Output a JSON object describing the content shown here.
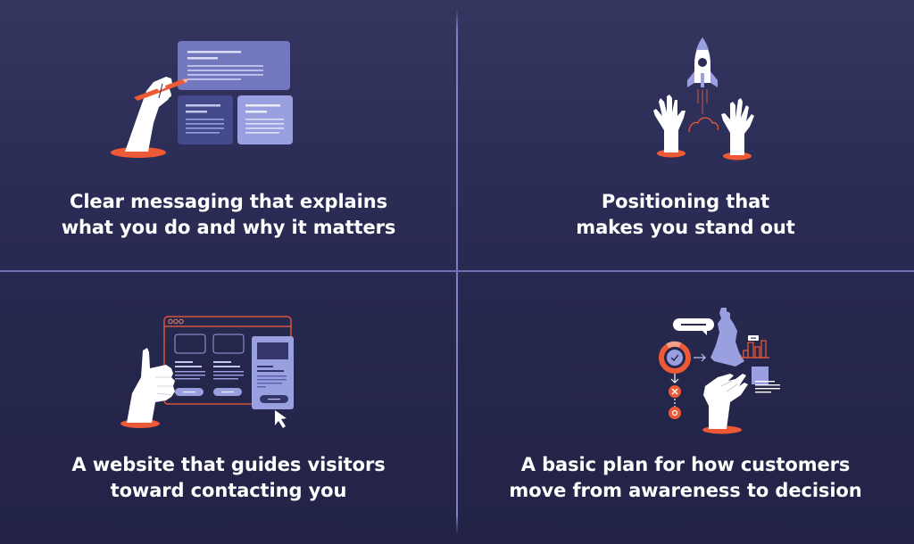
{
  "colors": {
    "background_top": "#343660",
    "background_bottom": "#222346",
    "divider": "#7d82c4",
    "accent_orange": "#ee5a36",
    "accent_lavender": "#9a9fe0",
    "panel_mid": "#7377bd",
    "panel_dark": "#454a8c",
    "white": "#ffffff"
  },
  "quadrants": [
    {
      "id": "messaging",
      "icon": "hand-writing-pencil-on-content-panels-icon",
      "caption_lines": [
        "Clear messaging that explains",
        "what you do and why it matters"
      ]
    },
    {
      "id": "positioning",
      "icon": "hands-launching-rocket-icon",
      "caption_lines": [
        "Positioning that",
        "makes you stand out"
      ]
    },
    {
      "id": "website",
      "icon": "thumbs-up-website-wireframe-icon",
      "caption_lines": [
        "A website that guides visitors",
        "toward contacting you"
      ]
    },
    {
      "id": "plan",
      "icon": "hand-holding-chess-strategy-icon",
      "caption_lines": [
        "A basic plan for how customers",
        "move from awareness to decision"
      ]
    }
  ]
}
